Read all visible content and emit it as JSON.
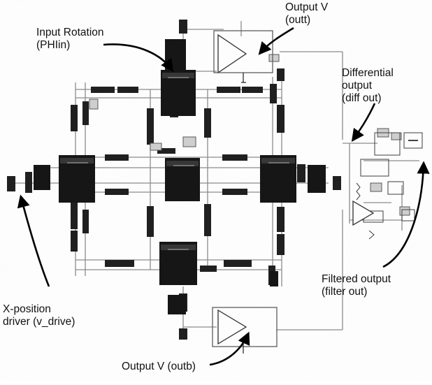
{
  "labels": {
    "input_rotation": [
      "Input Rotation",
      "(PHIin)"
    ],
    "output_top": [
      "Output V",
      "(outt)"
    ],
    "differential": [
      "Differential",
      "output",
      "(diff out)"
    ],
    "filtered": [
      "Filtered output",
      "(filter out)"
    ],
    "x_position": [
      "X-position",
      "driver (v_drive)"
    ],
    "output_bottom": "Output V (outb)"
  }
}
